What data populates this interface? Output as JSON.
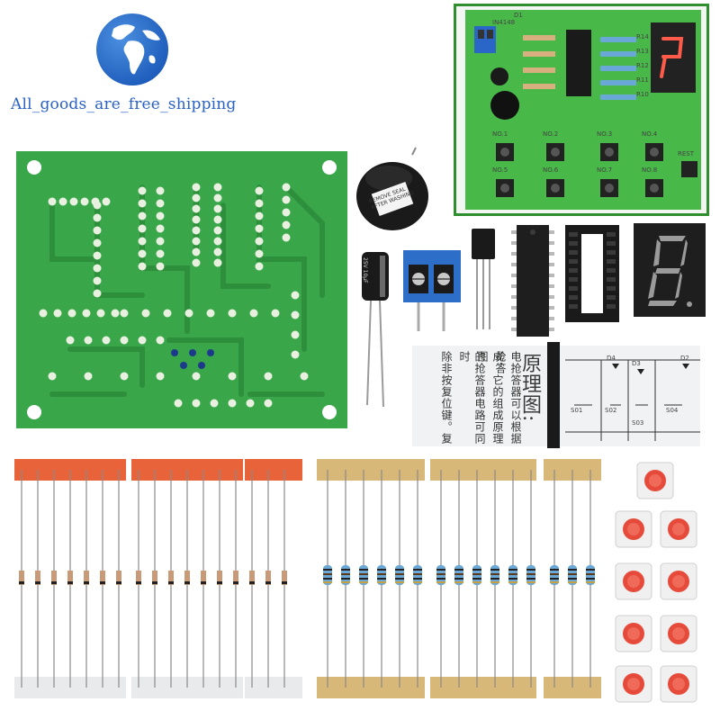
{
  "brand": {
    "text": "All_goods_are_free_shipping",
    "logo_icon": "globe-icon",
    "color": "#2a62c4"
  },
  "inset": {
    "description_icon": "assembled-board",
    "labels": {
      "button_labels": [
        "NO.1",
        "NO.2",
        "NO.3",
        "NO.4",
        "NO.5",
        "NO.6",
        "NO.7",
        "NO.8",
        "REST"
      ],
      "resistor_labels": [
        "R14",
        "R13",
        "R12",
        "R11",
        "R10"
      ],
      "other_labels": [
        "IN4148",
        "D1"
      ]
    },
    "frame_color": "#2f8f2f"
  },
  "components": {
    "buzzer_label": "REMOVE SEAL AFTER WASHING",
    "capacitor_label": "25V 10μF",
    "manual": {
      "title": "原理图:",
      "columns": [
        "电抢答器可以根据抢答",
        "成，它的组成原理图",
        "的抢答器电路可同时",
        "除非按复位键。复"
      ],
      "switch_labels": [
        "S01",
        "S02",
        "S03",
        "S04"
      ],
      "diode_labels": [
        "D4",
        "D3",
        "D2"
      ]
    }
  },
  "colors": {
    "pcb_green": "#3aa64a",
    "pcb_dark": "#2d8f3c",
    "button_red": "#e64a3a",
    "tape_red": "#e8623a",
    "tape_tan": "#d8b878",
    "resistor_blue": "#6aa8d8",
    "inset_pcb": "#48b848"
  }
}
